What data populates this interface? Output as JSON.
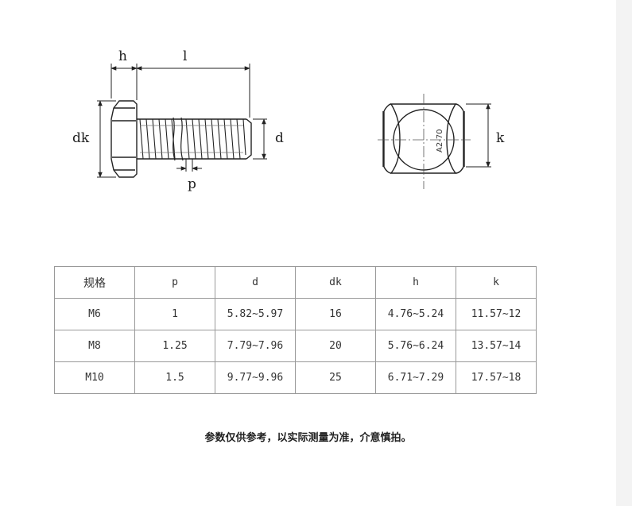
{
  "drawing": {
    "dimension_labels": {
      "h": "h",
      "l": "l",
      "dk": "dk",
      "d": "d",
      "p": "p",
      "k": "k"
    },
    "head_marking": "A2-70"
  },
  "table": {
    "headers": [
      "规格",
      "p",
      "d",
      "dk",
      "h",
      "k"
    ],
    "rows": [
      [
        "M6",
        "1",
        "5.82~5.97",
        "16",
        "4.76~5.24",
        "11.57~12"
      ],
      [
        "M8",
        "1.25",
        "7.79~7.96",
        "20",
        "5.76~6.24",
        "13.57~14"
      ],
      [
        "M10",
        "1.5",
        "9.77~9.96",
        "25",
        "6.71~7.29",
        "17.57~18"
      ]
    ]
  },
  "note": "参数仅供参考，以实际测量为准，介意慎拍。"
}
